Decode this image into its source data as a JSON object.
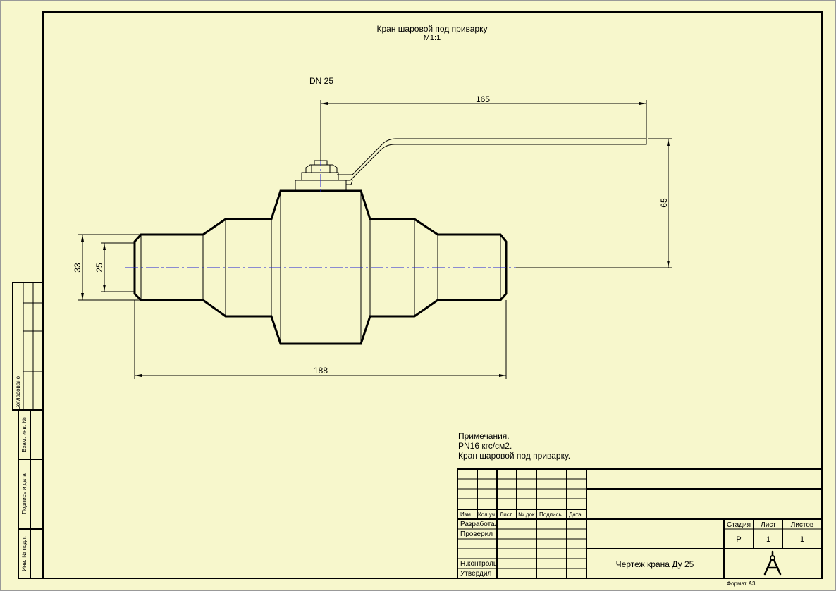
{
  "title": {
    "name": "Кран шаровой под приварку",
    "scale": "М1:1"
  },
  "dn_label": "DN 25",
  "dimensions": {
    "handle_length": "165",
    "handle_height": "65",
    "outer_diameter": "33",
    "inner_diameter": "25",
    "total_length": "188"
  },
  "notes": {
    "heading": "Примечания.",
    "line1": "PN16 кгс/см2.",
    "line2": "Кран шаровой под приварку."
  },
  "side_stamp": {
    "agreed": "Согласовано",
    "swap_inv": "Взам. инв. №",
    "sign_date": "Подпись и дата",
    "inv_orig": "Инв. № подл."
  },
  "title_block": {
    "col_izm": "Изм.",
    "col_kol": "Кол.уч.",
    "col_list": "Лист",
    "col_doc": "№ док.",
    "col_sign": "Подпись",
    "col_date": "Дата",
    "developed": "Разработал",
    "checked": "Проверил",
    "n_control": "Н.контроль",
    "approved": "Утвердил",
    "stage_label": "Стадия",
    "sheet_label": "Лист",
    "sheets_label": "Листов",
    "stage_value": "Р",
    "sheet_value": "1",
    "sheets_value": "1",
    "drawing_name": "Чертеж крана Ду 25",
    "format": "Формат А3"
  },
  "colors": {
    "background": "#f7f7cc",
    "lines": "#000000",
    "axis": "#1f1fd6"
  }
}
